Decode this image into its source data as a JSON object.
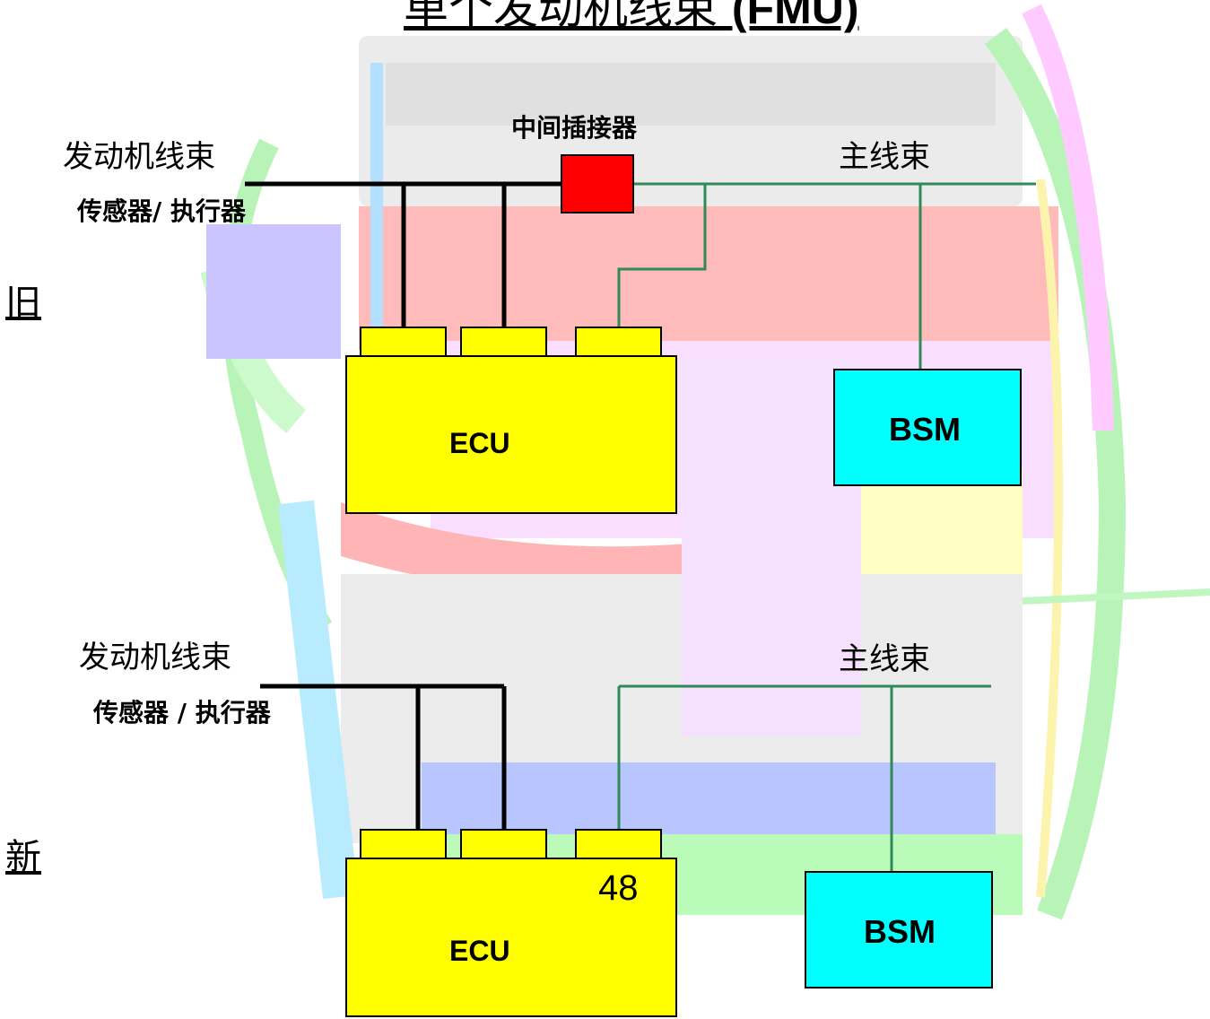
{
  "title": {
    "main": "单个发动机线束",
    "suffix": "(FMU)"
  },
  "old": {
    "side_label": "旧",
    "engine_harness_label": "发动机线束",
    "sensor_label": "传感器/ 执行器",
    "connector_label": "中间插接器",
    "main_harness_label": "主线束",
    "ecu_label": "ECU",
    "bsm_label": "BSM"
  },
  "new": {
    "side_label": "新",
    "engine_harness_label": "发动机线束",
    "sensor_label": "传感器 / 执行器",
    "main_harness_label": "主线束",
    "ecu_label": "ECU",
    "ecu_number": "48",
    "bsm_label": "BSM"
  },
  "colors": {
    "ecu": "#ffff00",
    "bsm": "#00ffff",
    "connector": "#ff0000",
    "engine_wire": "#000000",
    "main_wire": "#2e8b57"
  }
}
